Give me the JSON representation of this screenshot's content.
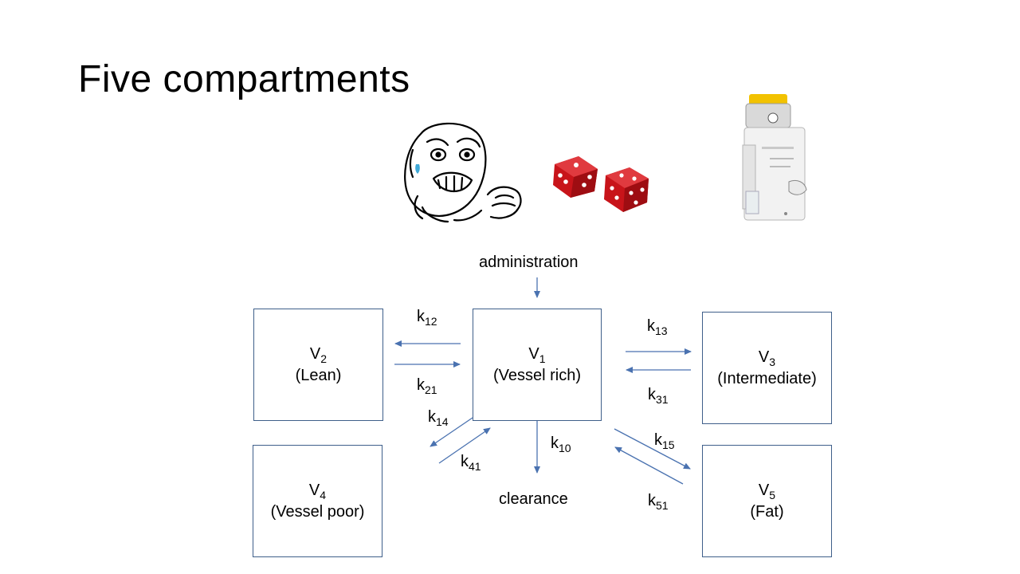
{
  "slide": {
    "title": "Five compartments"
  },
  "diagram": {
    "administration": "administration",
    "clearance": "clearance",
    "compartments": [
      {
        "id": "v1",
        "symbol": "V",
        "sub": "1",
        "name": "(Vessel rich)"
      },
      {
        "id": "v2",
        "symbol": "V",
        "sub": "2",
        "name": "(Lean)"
      },
      {
        "id": "v3",
        "symbol": "V",
        "sub": "3",
        "name": "(Intermediate)"
      },
      {
        "id": "v4",
        "symbol": "V",
        "sub": "4",
        "name": "(Vessel poor)"
      },
      {
        "id": "v5",
        "symbol": "V",
        "sub": "5",
        "name": "(Fat)"
      }
    ],
    "rate_constants": [
      {
        "id": "k12",
        "symbol": "k",
        "sub": "12"
      },
      {
        "id": "k21",
        "symbol": "k",
        "sub": "21"
      },
      {
        "id": "k13",
        "symbol": "k",
        "sub": "13"
      },
      {
        "id": "k31",
        "symbol": "k",
        "sub": "31"
      },
      {
        "id": "k14",
        "symbol": "k",
        "sub": "14"
      },
      {
        "id": "k41",
        "symbol": "k",
        "sub": "41"
      },
      {
        "id": "k15",
        "symbol": "k",
        "sub": "15"
      },
      {
        "id": "k51",
        "symbol": "k",
        "sub": "51"
      },
      {
        "id": "k10",
        "symbol": "k",
        "sub": "10"
      }
    ],
    "colors": {
      "arrow": "#4a72b0",
      "box_border": "#3f5f8a",
      "dice": "#c8141a",
      "vaporizer_cap": "#f2c200"
    }
  },
  "images": [
    {
      "name": "rage-face-meme-image"
    },
    {
      "name": "red-dice-image"
    },
    {
      "name": "anesthetic-vaporizer-image"
    }
  ]
}
